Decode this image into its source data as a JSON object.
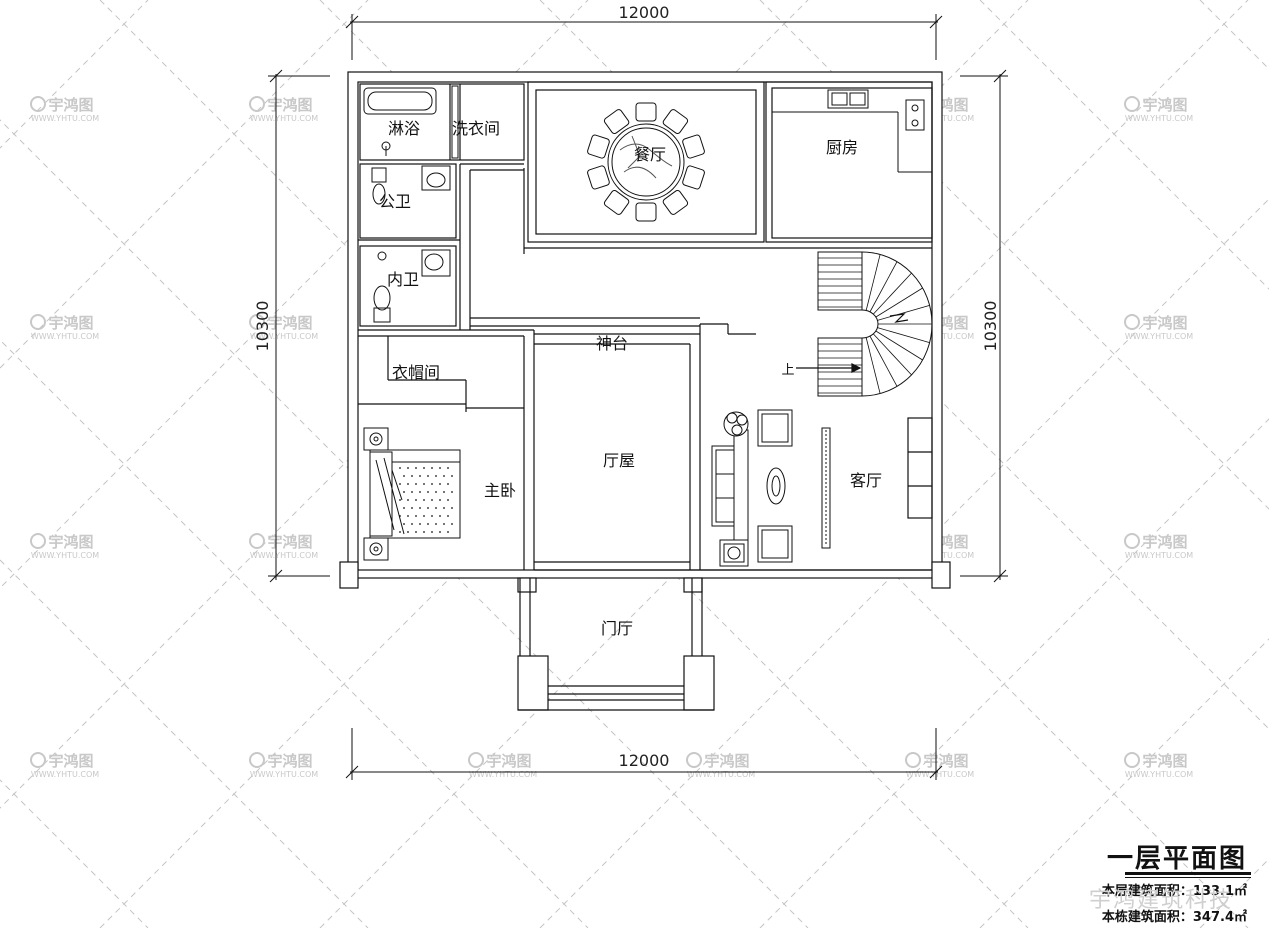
{
  "dimensions": {
    "top_width": "12000",
    "bottom_width": "12000",
    "left_height": "10300",
    "right_height": "10300"
  },
  "rooms": {
    "shower": "淋浴",
    "laundry": "洗衣间",
    "dining": "餐厅",
    "kitchen": "厨房",
    "public_wc": "公卫",
    "inner_wc": "内卫",
    "shrine": "神台",
    "cloakroom": "衣帽间",
    "master_bedroom": "主卧",
    "hall": "厅屋",
    "living_room": "客厅",
    "foyer": "门厅",
    "stair_up": "上"
  },
  "title_block": {
    "title": "一层平面图",
    "floor_area": "本层建筑面积：133.1㎡",
    "total_area": "本栋建筑面积：347.4㎡",
    "brand_overlay": "宇鸿建筑科技"
  },
  "watermark": {
    "brand": "宇鸿图",
    "url": "WWW.YHTU.COM"
  },
  "colors": {
    "line": "#111111",
    "watermark": "#c8c8c8",
    "hatch": "#bdbdbd"
  }
}
